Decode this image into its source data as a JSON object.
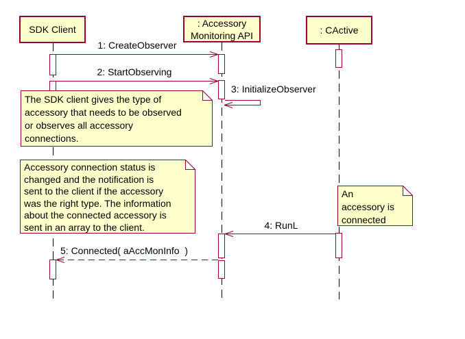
{
  "diagram": {
    "type": "uml-sequence-diagram",
    "colors": {
      "background": "#FFFFFF",
      "box_fill": "#FFFFCC",
      "shape_line": "#990033",
      "lifeline": "#000000",
      "text": "#000000"
    },
    "lifelines": [
      {
        "id": "sdk-client",
        "label": "SDK Client"
      },
      {
        "id": "accessory-monitoring-api",
        "label": ": Accessory\nMonitoring API"
      },
      {
        "id": "cactive",
        "label": ": CActive"
      }
    ],
    "messages": [
      {
        "label": "1: CreateObserver",
        "from": "SDK Client",
        "to": ": Accessory Monitoring API",
        "line": "solid"
      },
      {
        "label": "2: StartObserving",
        "from": "SDK Client",
        "to": ": Accessory Monitoring API",
        "line": "solid"
      },
      {
        "label": "3: InitializeObserver",
        "from": ": Accessory Monitoring API",
        "to": ": Accessory Monitoring API",
        "line": "solid-self"
      },
      {
        "label": "4: RunL",
        "from": ": CActive",
        "to": ": Accessory Monitoring API",
        "line": "solid"
      },
      {
        "label": "5: Connected( aAccMonInfo  )",
        "from": ": Accessory Monitoring API",
        "to": "SDK Client",
        "line": "dashed"
      }
    ],
    "notes": [
      {
        "text": "The SDK client gives the type of\naccessory that needs to be observed\nor observes all accessory\nconnections."
      },
      {
        "text": "Accessory connection status is\nchanged and the  notification is\nsent to the client if the accessory\nwas the right type. The information\nabout the connected accessory is\nsent in an array to the client."
      },
      {
        "text": "An\naccessory is\nconnected"
      }
    ]
  }
}
